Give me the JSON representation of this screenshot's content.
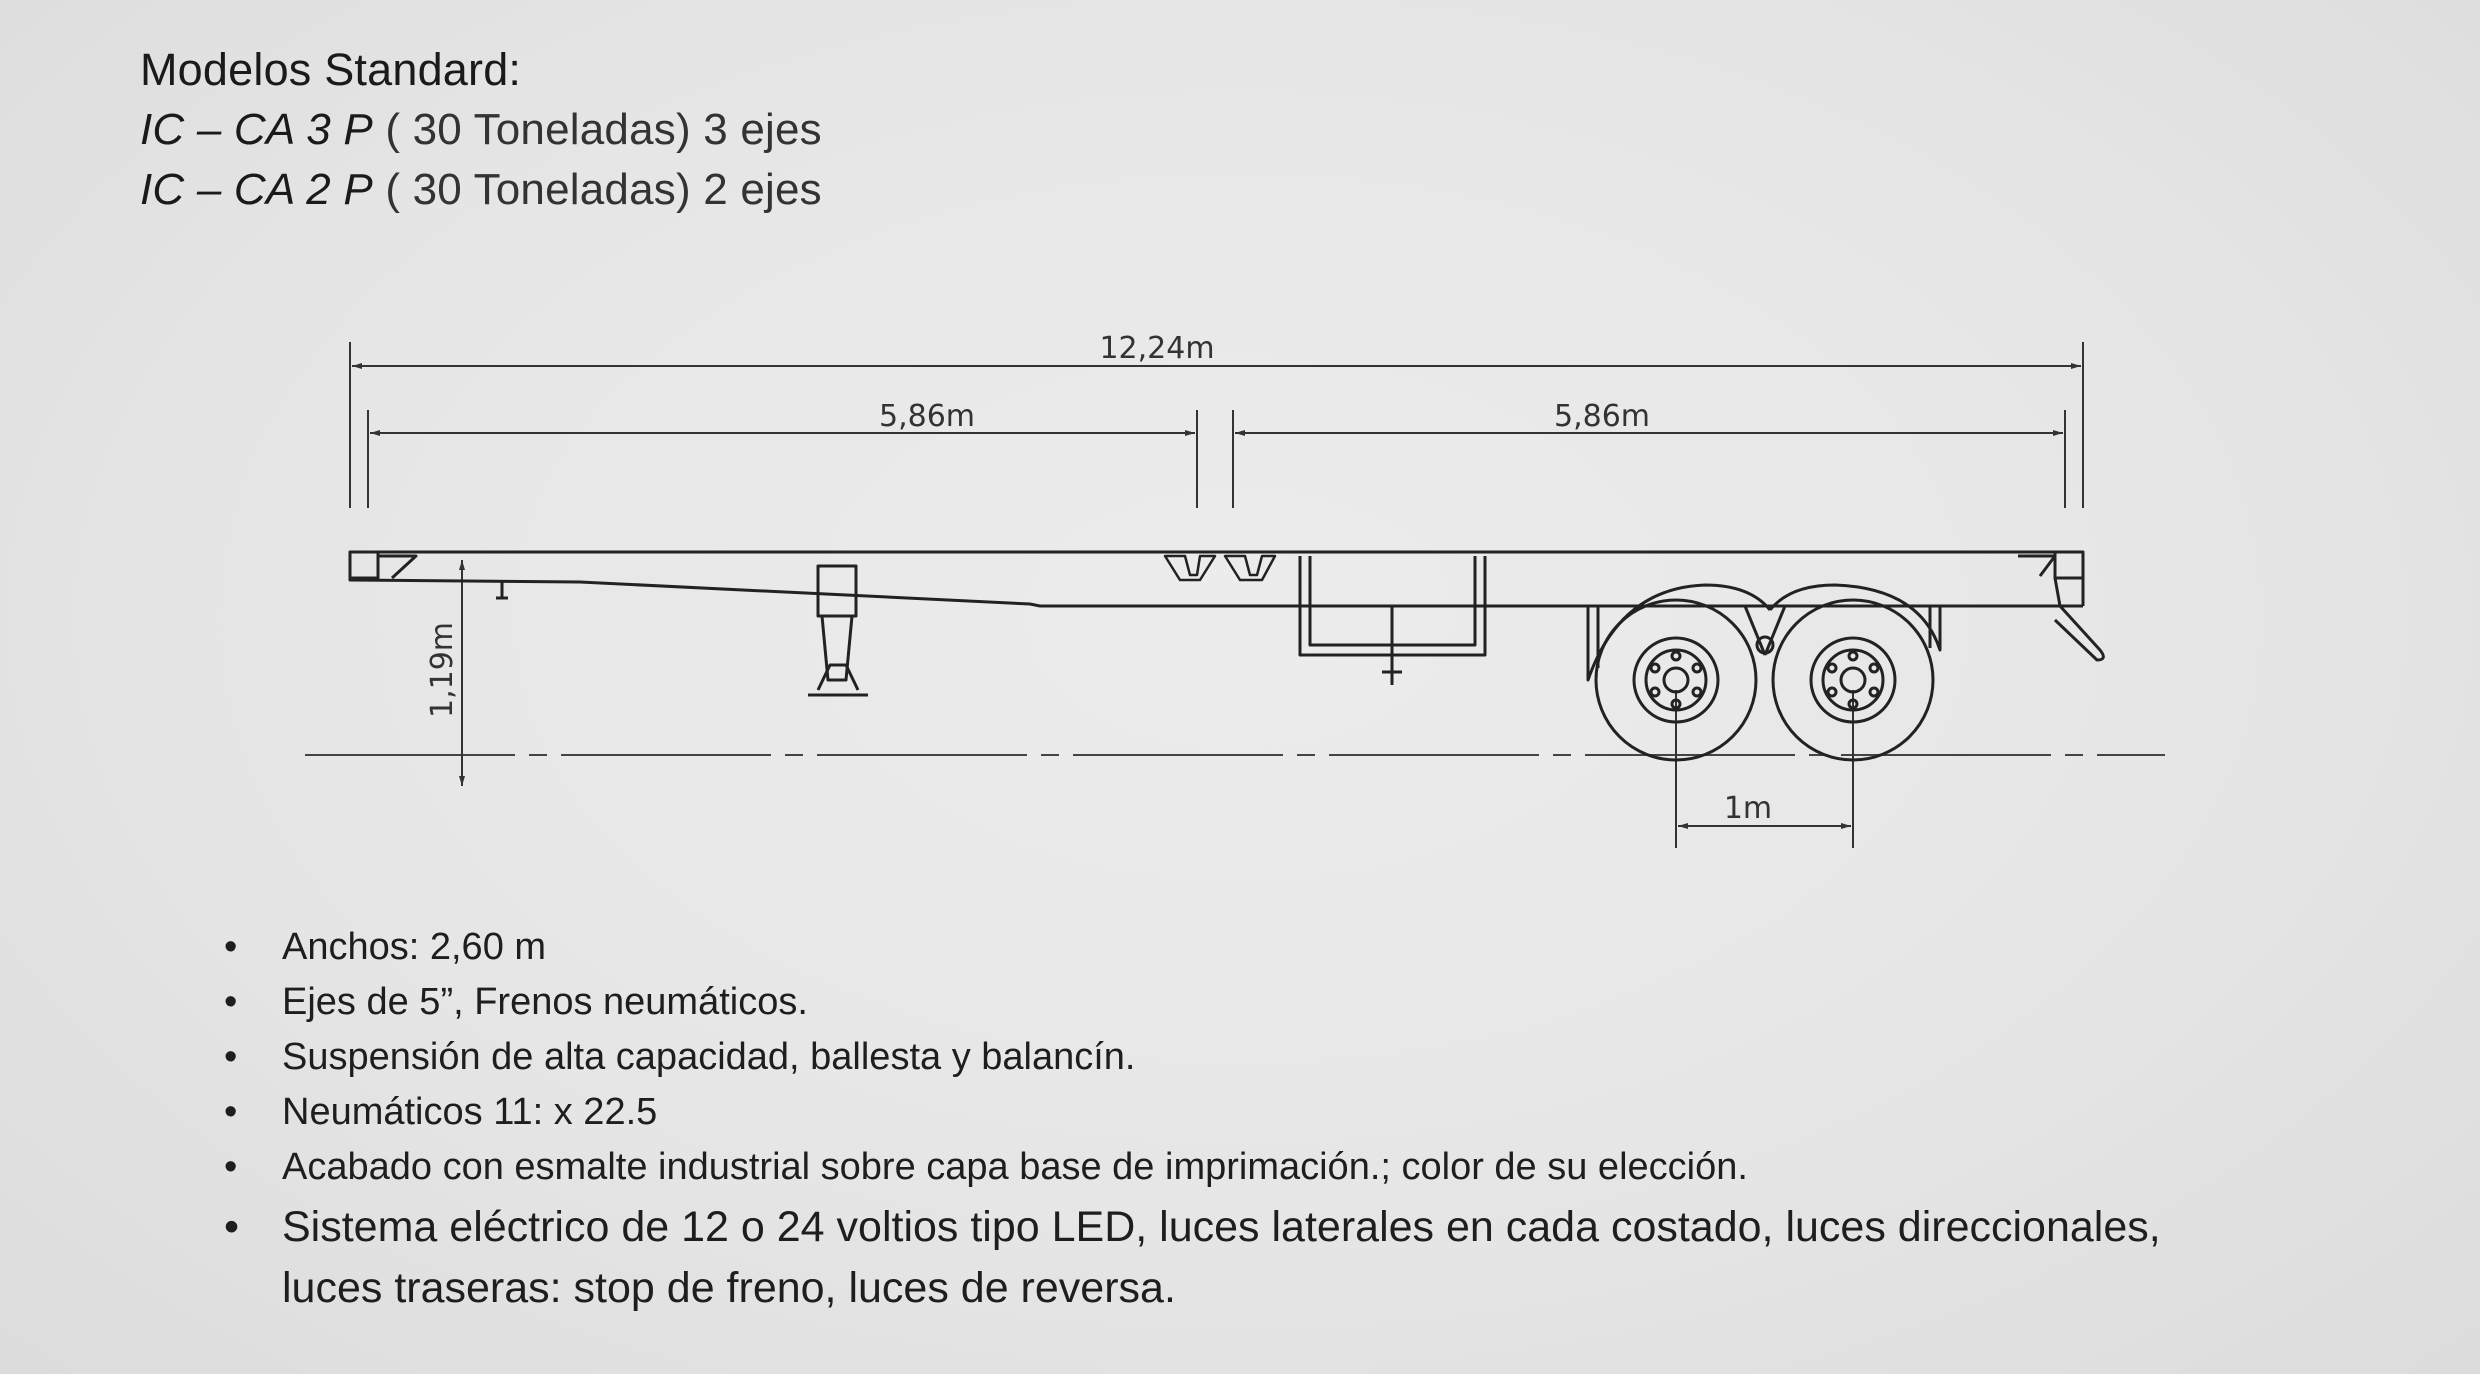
{
  "header": {
    "title": "Modelos Standard:",
    "models": [
      {
        "name": "IC – CA 3 P",
        "detail": " ( 30 Toneladas) 3 ejes"
      },
      {
        "name": "IC – CA 2 P",
        "detail": " ( 30 Toneladas) 2 ejes"
      }
    ]
  },
  "drawing": {
    "dim_total": "12,24m",
    "dim_left": "5,86m",
    "dim_right": "5,86m",
    "dim_height": "1,19m",
    "dim_axle": "1m"
  },
  "specs": {
    "bullet": "•",
    "items": [
      "Anchos: 2,60 m",
      "Ejes de 5”, Frenos neumáticos.",
      "Suspensión de alta capacidad, ballesta y balancín.",
      "Neumáticos 11: x 22.5",
      "Acabado con esmalte industrial sobre capa base de imprimación.; color de su elección.",
      "Sistema eléctrico de 12 o 24 voltios tipo LED, luces laterales en cada costado, luces direccionales,",
      "luces traseras: stop de freno, luces de reversa."
    ]
  }
}
